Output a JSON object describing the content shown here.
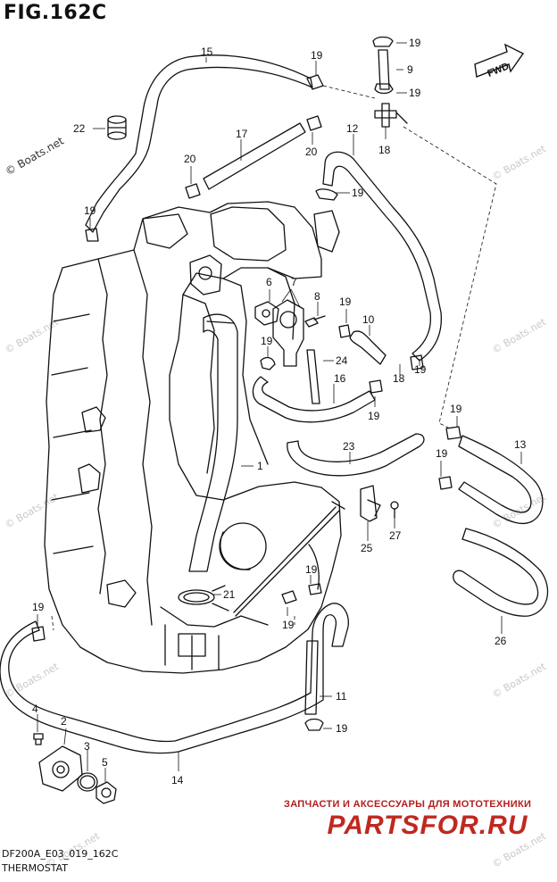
{
  "figure": {
    "title": "FIG.162C",
    "code": "DF200A_E03_019_162C",
    "section": "THERMOSTAT"
  },
  "watermark": "© Boats.net",
  "fwd_label": "FWD",
  "shop": {
    "tagline": "ЗАПЧАСТИ И АКСЕССУАРЫ ДЛЯ МОТОТЕХНИКИ",
    "logo": "PARTSFOR.RU",
    "brand_color": "#c0281f"
  },
  "callouts": [
    "1",
    "2",
    "3",
    "4",
    "5",
    "6",
    "7",
    "8",
    "9",
    "10",
    "11",
    "12",
    "13",
    "14",
    "15",
    "16",
    "17",
    "18",
    "19",
    "20",
    "21",
    "22",
    "23",
    "24",
    "25",
    "26",
    "27"
  ]
}
